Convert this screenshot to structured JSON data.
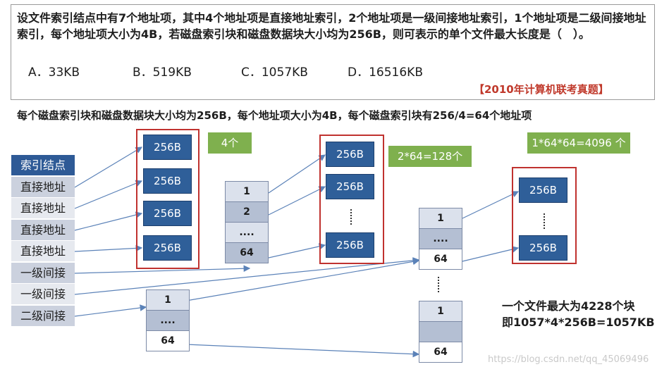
{
  "question": {
    "text": "设文件索引结点中有7个地址项，其中4个地址项是直接地址索引，2个地址项是一级间接地址索引，1个地址项是二级间接地址索引，每个地址项大小为4B，若磁盘索引块和磁盘数据块大小均为256B，则可表示的单个文件最大长度是（　）。",
    "options": [
      "A．33KB",
      "B．519KB",
      "C．1057KB",
      "D．16516KB"
    ],
    "source": "【2010年计算机联考真题】"
  },
  "note": "每个磁盘索引块和磁盘数据块大小均为256B，每个地址项大小为4B，每个磁盘索引块有256/4=64个地址项",
  "inode": {
    "header": "索引结点",
    "items": [
      "直接地址",
      "直接地址",
      "直接地址",
      "直接地址",
      "一级间接",
      "一级间接",
      "二级间接"
    ]
  },
  "blocks": {
    "direct": [
      "256B",
      "256B",
      "256B",
      "256B"
    ],
    "level1": [
      "256B",
      "256B",
      "256B"
    ],
    "level2": [
      "256B",
      "256B"
    ]
  },
  "index_block_1": [
    "1",
    "2",
    "....",
    "64"
  ],
  "index_block_2": [
    "1",
    "....",
    "64"
  ],
  "index_block_3": [
    "1",
    "....",
    "64"
  ],
  "index_block_4": [
    "1",
    "64"
  ],
  "callouts": {
    "direct": "4个",
    "level1": "2*64=128个",
    "level2": "1*64*64=4096 个"
  },
  "summary": {
    "line1": "一个文件最大为4228个块",
    "line2": "即1057*4*256B=1057KB"
  },
  "watermark": "https://blog.csdn.net/qq_45069496",
  "colors": {
    "block_blue": "#2f5f99",
    "inode_header": "#2e5a96",
    "red_frame": "#c0322f",
    "callout_green": "#7fb04e",
    "arrow": "#5b82b8"
  }
}
